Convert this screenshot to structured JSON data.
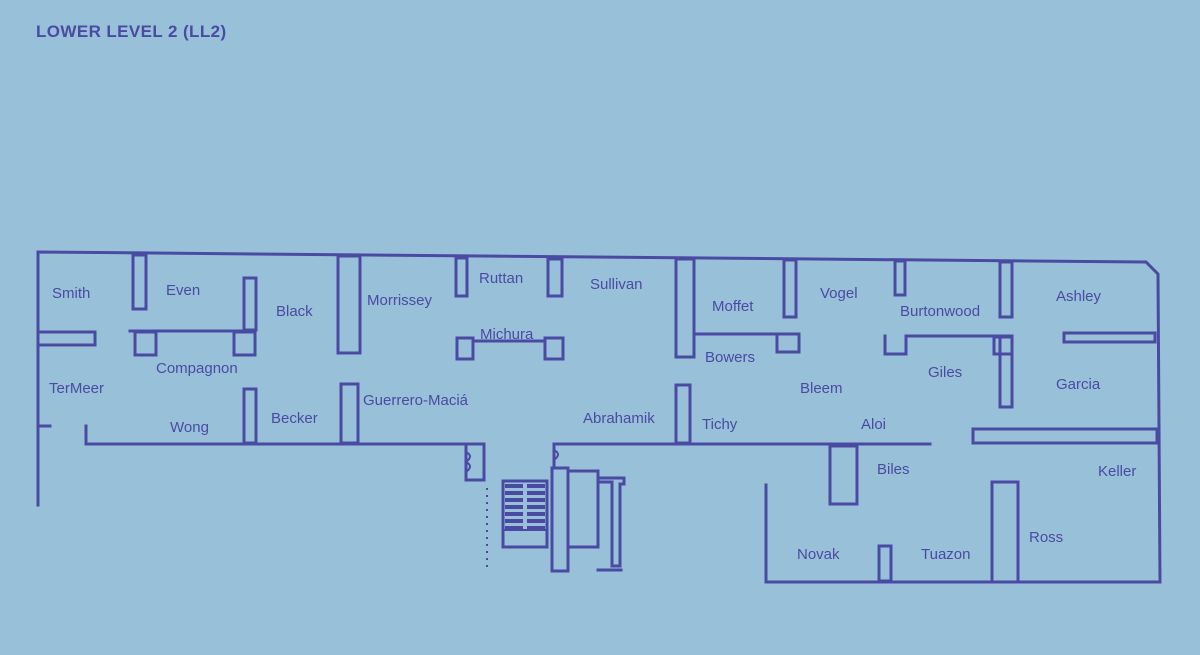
{
  "map": {
    "title": "LOWER LEVEL 2 (LL2)",
    "colors": {
      "background": "#98c1d9",
      "ink": "#4a4aa3"
    },
    "rooms": [
      "Smith",
      "Even",
      "Black",
      "Morrissey",
      "Ruttan",
      "Sullivan",
      "Moffet",
      "Vogel",
      "Burtonwood",
      "Ashley",
      "Michura",
      "Compagnon",
      "Bowers",
      "TerMeer",
      "Bleem",
      "Giles",
      "Garcia",
      "Guerrero-Maciá",
      "Wong",
      "Becker",
      "Abrahamik",
      "Tichy",
      "Aloi",
      "Biles",
      "Keller",
      "Ross",
      "Novak",
      "Tuazon"
    ]
  }
}
